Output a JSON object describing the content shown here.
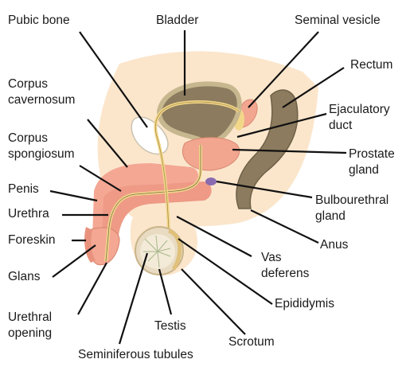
{
  "labels": {
    "pubic_bone": "Pubic bone",
    "bladder": "Bladder",
    "seminal_vesicle": "Seminal vesicle",
    "rectum": "Rectum",
    "corpus_cavernosum": [
      "Corpus",
      "cavernosum"
    ],
    "ejaculatory_duct": [
      "Ejaculatory",
      "duct"
    ],
    "corpus_spongiosum": [
      "Corpus",
      "spongiosum"
    ],
    "prostate_gland": [
      "Prostate",
      "gland"
    ],
    "penis": "Penis",
    "bulbourethral_gland": [
      "Bulbourethral",
      "gland"
    ],
    "urethra": "Urethra",
    "foreskin": "Foreskin",
    "anus": "Anus",
    "vas_deferens": [
      "Vas",
      "deferens"
    ],
    "glans": "Glans",
    "epididymis": "Epididymis",
    "urethral_opening": [
      "Urethral",
      "opening"
    ],
    "testis": "Testis",
    "scrotum": "Scrotum",
    "seminiferous_tubules": "Seminiferous tubules"
  },
  "colors": {
    "body_background": "#fbe6cc",
    "bladder": "#8c7b5e",
    "bladder_wall": "#c7b78f",
    "urethra_tube": "#f2d789",
    "corpus_cavernosum": "#f4a793",
    "corpus_spongiosum": "#ee9a86",
    "prostate": "#f2a58f",
    "rectum": "#8c7b5e",
    "pubic_bone": "#ffffff",
    "bulbourethral_gland": "#8a6bb0",
    "testis": "#f3ead8",
    "seminal_vesicle": "#f2a58f",
    "leader_lines": "#111111"
  }
}
